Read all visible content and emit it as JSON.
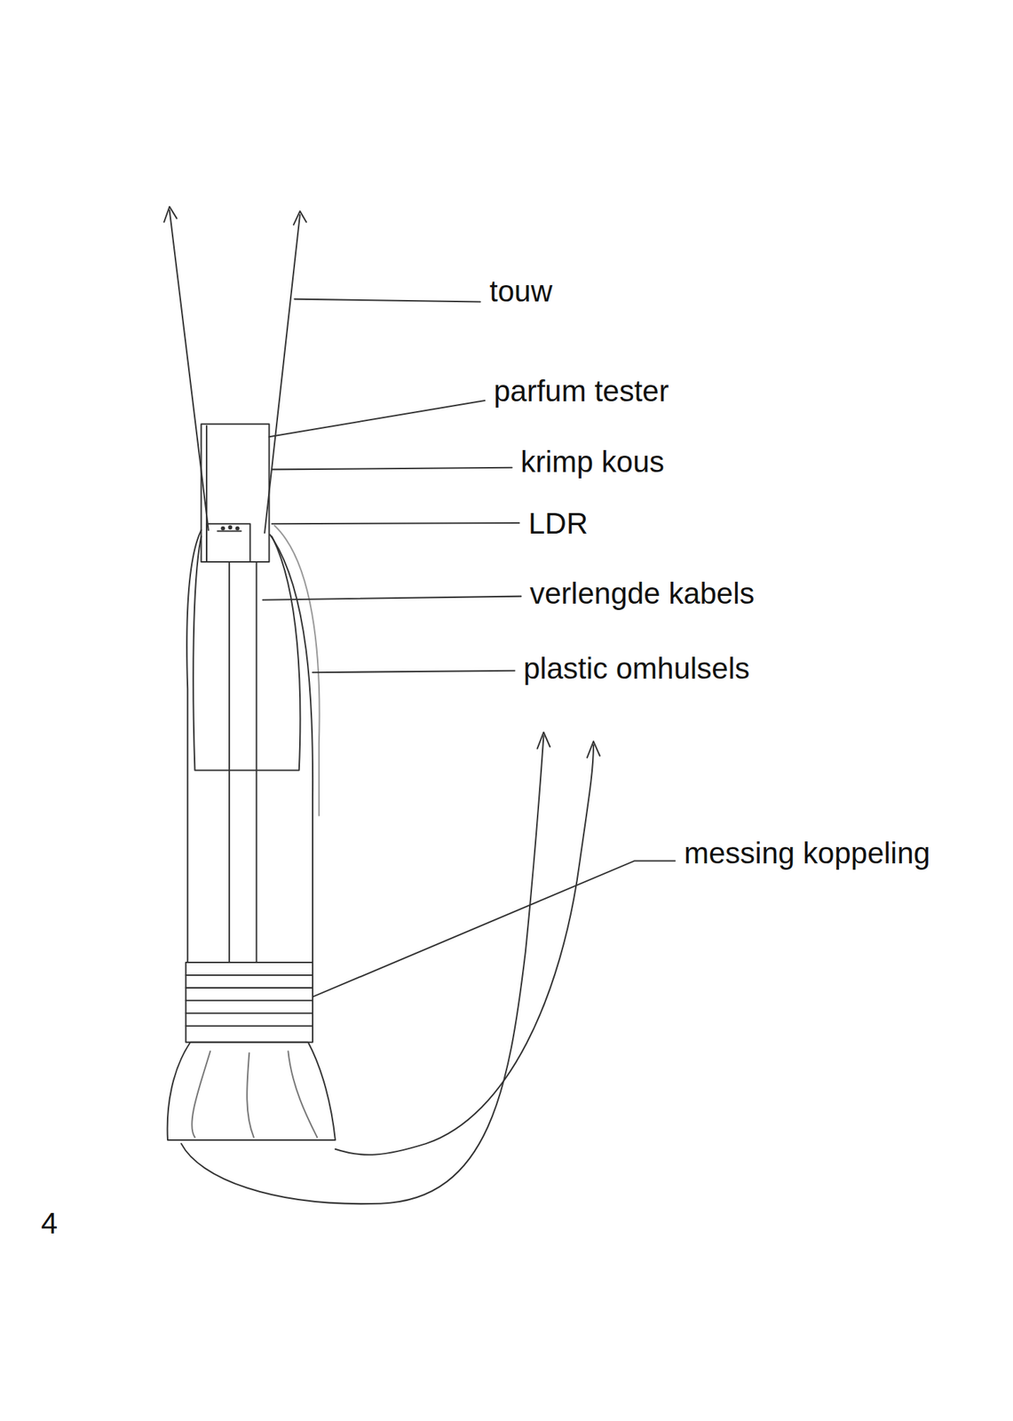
{
  "diagram": {
    "labels": [
      "touw",
      "parfum tester",
      "krimp kous",
      "LDR",
      "verlengde kabels",
      "plastic omhulsels",
      "messing koppeling",
      "4"
    ]
  }
}
